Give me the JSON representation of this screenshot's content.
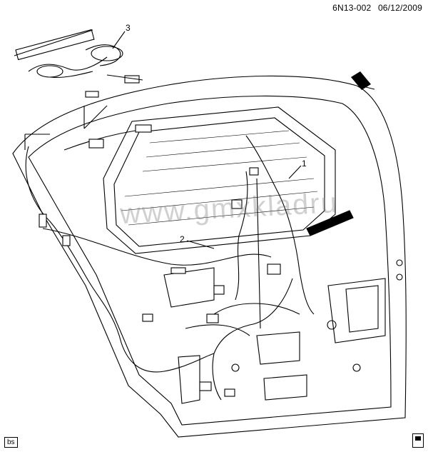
{
  "header": {
    "code": "6N13-002",
    "date": "06/12/2009"
  },
  "callouts": {
    "c1": "1",
    "c2": "2",
    "c3": "3"
  },
  "watermark": "www.gmxkladru",
  "badge": "bs",
  "icons": {
    "direction": "direction-arrow-icon",
    "corner": "document-icon"
  }
}
